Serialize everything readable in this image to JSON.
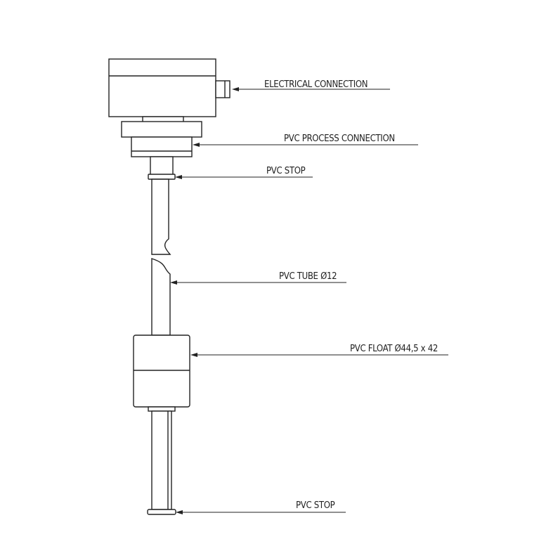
{
  "labels": {
    "electrical_connection": "ELECTRICAL CONNECTION",
    "process_connection": "PVC PROCESS CONNECTION",
    "stop_top": "PVC STOP",
    "tube": "PVC TUBE Ø12",
    "float": "PVC FLOAT Ø44,5 x 42",
    "stop_bottom": "PVC STOP"
  }
}
